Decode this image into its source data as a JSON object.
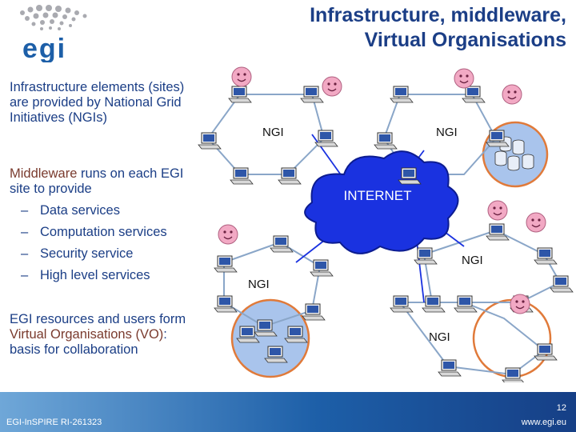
{
  "slide": {
    "title_line1": "Infrastructure, middleware,",
    "title_line2": "Virtual Organisations",
    "logo_text": "egi"
  },
  "body": {
    "para1": "Infrastructure elements (sites) are provided by National Grid Initiatives (NGIs)",
    "para2_pre": "Middleware",
    "para2_post": " runs on each EGI site to provide",
    "bullets": [
      "Data services",
      "Computation services",
      "Security service",
      "High level services"
    ],
    "para3_pre": "EGI resources and users form ",
    "para3_vo": "Virtual Organisations (VO)",
    "para3_post": ": basis for collaboration"
  },
  "diagram": {
    "cloud_label": "INTERNET",
    "ngi_labels": [
      "NGI",
      "NGI",
      "NGI",
      "NGI",
      "NGI"
    ]
  },
  "footer": {
    "left": "EGI-InSPIRE RI-261323",
    "page": "12",
    "url": "www.egi.eu"
  },
  "colors": {
    "title": "#1b3e86",
    "accent": "#7a3b2e",
    "cloud": "#1a32e0",
    "vo_circle": "#e07a3a",
    "smiley": "#f2a9c4"
  }
}
